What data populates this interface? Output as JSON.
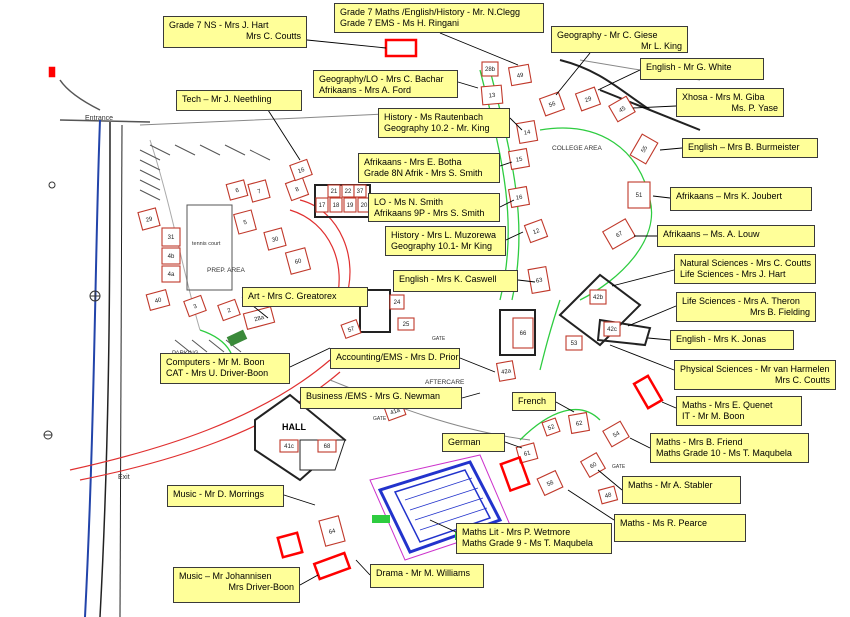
{
  "colors": {
    "label_bg": "#ffff99",
    "building": "#c0392b",
    "path": "#2ecc40",
    "road": "#e03030",
    "pool": "#2233cc",
    "highlight": "#ff0000"
  },
  "map": {
    "area_labels": {
      "entrance": "Entrance",
      "exit": "Exit",
      "tennis": "tennis court",
      "prep": "PREP. AREA",
      "college": "COLLEGE AREA",
      "hall": "HALL",
      "aftercare": "AFTERCARE",
      "parking": "PARKING",
      "gate": "GATE"
    },
    "buildings": [
      {
        "n": "2"
      },
      {
        "n": "3"
      },
      {
        "n": "40"
      },
      {
        "n": "31"
      },
      {
        "n": "4b"
      },
      {
        "n": "4a"
      },
      {
        "n": "29"
      },
      {
        "n": "6"
      },
      {
        "n": "7"
      },
      {
        "n": "8"
      },
      {
        "n": "5"
      },
      {
        "n": "30"
      },
      {
        "n": "60"
      },
      {
        "n": "16"
      },
      {
        "n": "17"
      },
      {
        "n": "18"
      },
      {
        "n": "19"
      },
      {
        "n": "20"
      },
      {
        "n": "21"
      },
      {
        "n": "22"
      },
      {
        "n": "37"
      },
      {
        "n": "24"
      },
      {
        "n": "25"
      },
      {
        "n": "57"
      },
      {
        "n": "28a"
      },
      {
        "n": "28b"
      },
      {
        "n": "49"
      },
      {
        "n": "13"
      },
      {
        "n": "14"
      },
      {
        "n": "15"
      },
      {
        "n": "16"
      },
      {
        "n": "12"
      },
      {
        "n": "56"
      },
      {
        "n": "29"
      },
      {
        "n": "45"
      },
      {
        "n": "55"
      },
      {
        "n": "51"
      },
      {
        "n": "67"
      },
      {
        "n": "63"
      },
      {
        "n": "66"
      },
      {
        "n": "42a"
      },
      {
        "n": "42b"
      },
      {
        "n": "42c"
      },
      {
        "n": "53"
      },
      {
        "n": "52"
      },
      {
        "n": "62"
      },
      {
        "n": "54"
      },
      {
        "n": "61"
      },
      {
        "n": "60"
      },
      {
        "n": "58"
      },
      {
        "n": "48"
      },
      {
        "n": "41a"
      },
      {
        "n": "41c"
      },
      {
        "n": "68"
      },
      {
        "n": "64"
      }
    ]
  },
  "labels": [
    {
      "id": "grade7ns",
      "lines": [
        "Grade 7 NS - Mrs J. Hart",
        "Mrs C. Coutts"
      ]
    },
    {
      "id": "grade7maths",
      "lines": [
        "Grade 7 Maths /English/History - Mr. N.Clegg",
        "Grade 7 EMS - Ms H. Ringani"
      ]
    },
    {
      "id": "geo-giese",
      "lines": [
        "Geography - Mr C. Giese",
        "Mr L. King"
      ]
    },
    {
      "id": "eng-white",
      "lines": [
        "English - Mr G. White"
      ]
    },
    {
      "id": "geo-bachar",
      "lines": [
        "Geography/LO - Mrs C. Bachar",
        "Afrikaans - Mrs A. Ford"
      ]
    },
    {
      "id": "tech",
      "lines": [
        "Tech – Mr J. Neethling"
      ]
    },
    {
      "id": "xhosa",
      "lines": [
        "Xhosa - Mrs M. Giba",
        "Ms. P. Yase"
      ]
    },
    {
      "id": "history-rautenbach",
      "lines": [
        "History - Ms Rautenbach",
        "Geography 10.2 - Mr. King"
      ]
    },
    {
      "id": "eng-burmeister",
      "lines": [
        "English – Mrs B. Burmeister"
      ]
    },
    {
      "id": "afr-botha",
      "lines": [
        "Afrikaans - Mrs E. Botha",
        "Grade 8N Afrik - Mrs S. Smith"
      ]
    },
    {
      "id": "afr-joubert",
      "lines": [
        "Afrikaans – Mrs K. Joubert"
      ]
    },
    {
      "id": "lo-smith",
      "lines": [
        "LO - Ms N. Smith",
        "Afrikaans 9P - Mrs S. Smith"
      ]
    },
    {
      "id": "history-muzorewa",
      "lines": [
        "History - Mrs L. Muzorewa",
        "Geography 10.1- Mr King"
      ]
    },
    {
      "id": "afr-louw",
      "lines": [
        "Afrikaans – Ms. A. Louw"
      ]
    },
    {
      "id": "ns-coutts",
      "lines": [
        "Natural Sciences - Mrs C. Coutts",
        "Life Sciences - Mrs J. Hart"
      ]
    },
    {
      "id": "eng-caswell",
      "lines": [
        "English - Mrs K. Caswell"
      ]
    },
    {
      "id": "art",
      "lines": [
        "Art - Mrs C. Greatorex"
      ]
    },
    {
      "id": "ls-theron",
      "lines": [
        "Life Sciences - Mrs A. Theron",
        "Mrs B. Fielding"
      ]
    },
    {
      "id": "eng-jonas",
      "lines": [
        "English - Mrs K. Jonas"
      ]
    },
    {
      "id": "accounting",
      "lines": [
        "Accounting/EMS - Mrs D. Prior"
      ]
    },
    {
      "id": "computers",
      "lines": [
        "Computers - Mr M. Boon",
        "CAT - Mrs U. Driver-Boon"
      ]
    },
    {
      "id": "physical-sciences",
      "lines": [
        "Physical Sciences - Mr van Harmelen",
        "Mrs C. Coutts"
      ]
    },
    {
      "id": "business",
      "lines": [
        "Business /EMS  - Mrs G. Newman"
      ]
    },
    {
      "id": "french",
      "lines": [
        "French"
      ]
    },
    {
      "id": "maths-quenet",
      "lines": [
        "Maths - Mrs E. Quenet",
        "IT - Mr M. Boon"
      ]
    },
    {
      "id": "german",
      "lines": [
        "German"
      ]
    },
    {
      "id": "maths-friend",
      "lines": [
        "Maths - Mrs B. Friend",
        "Maths Grade 10 - Ms T. Maqubela"
      ]
    },
    {
      "id": "maths-stabler",
      "lines": [
        "Maths - Mr A. Stabler"
      ]
    },
    {
      "id": "music-morrings",
      "lines": [
        "Music - Mr D. Morrings"
      ]
    },
    {
      "id": "maths-pearce",
      "lines": [
        "Maths - Ms R. Pearce"
      ]
    },
    {
      "id": "maths-lit",
      "lines": [
        "Maths Lit - Mrs P. Wetmore",
        "Maths Grade 9 - Ms T. Maqubela"
      ]
    },
    {
      "id": "drama",
      "lines": [
        "Drama - Mr M. Williams"
      ]
    },
    {
      "id": "music-johannisen",
      "lines": [
        "Music – Mr Johannisen",
        "Mrs Driver-Boon"
      ]
    }
  ]
}
